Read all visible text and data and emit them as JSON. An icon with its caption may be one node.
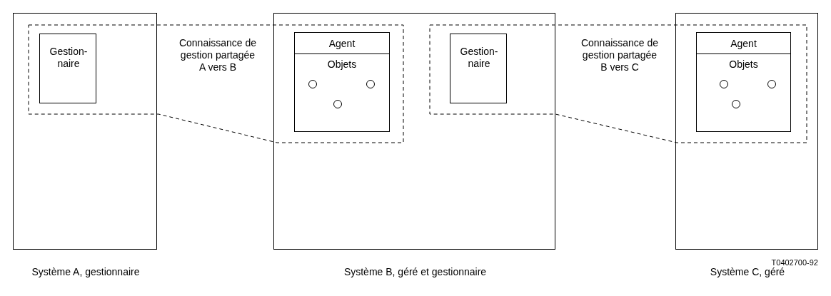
{
  "diagram": {
    "nodes": [
      {
        "text": [
          "Système A, gestionnaire"
        ]
      },
      {
        "text": [
          "Gestion- naire"
        ]
      },
      {
        "text": [
          "Système B, géré et gestionnaire"
        ]
      },
      {
        "text": [
          "Agent",
          "Objets"
        ]
      },
      {
        "text": [],
        "shape": "circle",
        "in": 3
      },
      {
        "text": [],
        "shape": "circle",
        "in": 3
      },
      {
        "text": [],
        "shape": "circle",
        "in": 3
      },
      {
        "text": [
          "Gestion- naire"
        ]
      },
      {
        "text": [
          "Système C, géré"
        ]
      },
      {
        "text": [
          "Agent",
          "Objets"
        ]
      },
      {
        "text": [],
        "shape": "circle",
        "in": 9
      },
      {
        "text": [],
        "shape": "circle",
        "in": 9
      },
      {
        "text": [],
        "shape": "circle",
        "in": 9
      },
      {
        "text": [
          "Connaissance de gestion partagée A vers B"
        ]
      },
      {
        "text": [
          "Connaissance de gestion partagée B vers C"
        ]
      }
    ],
    "edges": [],
    "labels": [
      "T0402700-92"
    ]
  }
}
